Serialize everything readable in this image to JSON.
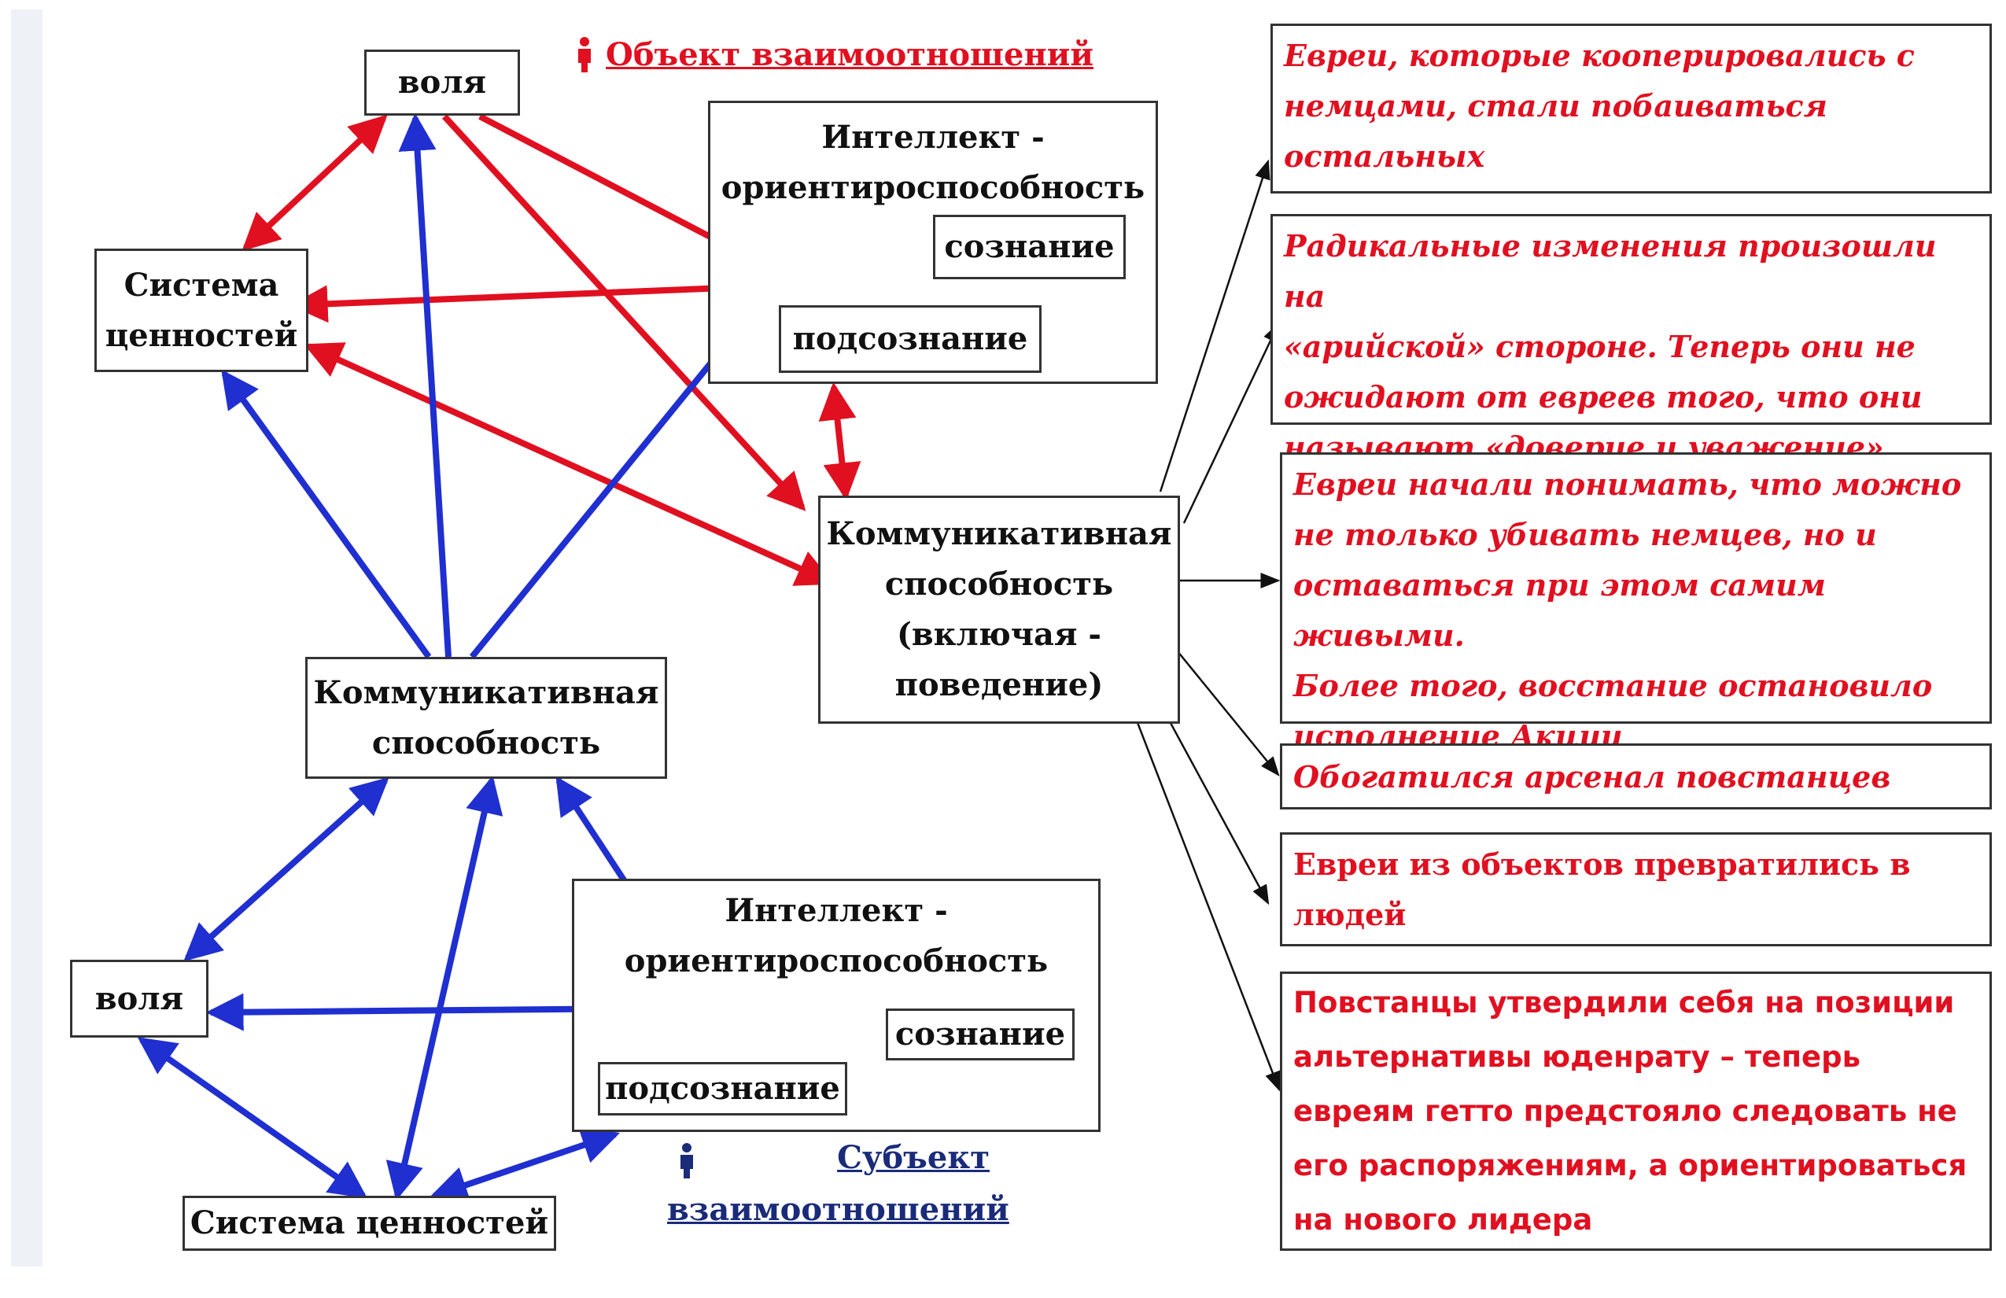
{
  "colors": {
    "object_arrow": "#e01020",
    "subject_arrow": "#1f2fd0",
    "effect_text": "#e01020",
    "subject_legend": "#1a2b7a",
    "box_border": "#333333"
  },
  "legend": {
    "object_label": "Объект взаимоотношений",
    "subject_label_line1": "Субъект",
    "subject_label_line2": "взаимоотношений",
    "icon": "person-icon"
  },
  "object_side": {
    "will": "воля",
    "values_line1": "Система",
    "values_line2": "ценностей",
    "intellect_line1": "Интеллект -",
    "intellect_line2": "ориентироспособность",
    "consciousness": "сознание",
    "subconscious": "подсознание",
    "communicative_line1": "Коммуникативная",
    "communicative_line2": "способность",
    "communicative_line3": "(включая -",
    "communicative_line4": "поведение)"
  },
  "subject_side": {
    "communicative_line1": "Коммуникативная",
    "communicative_line2": "способность",
    "will": "воля",
    "values": "Система ценностей",
    "intellect_line1": "Интеллект -",
    "intellect_line2": "ориентироспособность",
    "consciousness": "сознание",
    "subconscious": "подсознание"
  },
  "effects": [
    {
      "lines": [
        "Евреи, которые кооперировались с",
        "немцами, стали побаиваться",
        "остальных"
      ]
    },
    {
      "lines": [
        "Радикальные изменения произошли на",
        "«арийской» стороне. Теперь они не",
        "ожидают от евреев того, что они",
        "называют «доверие и уважение»"
      ]
    },
    {
      "lines": [
        "Евреи начали понимать, что можно",
        "не только убивать немцев, но и",
        "оставаться при этом самим живыми.",
        "Более того, восстание остановило",
        "исполнение Акции"
      ]
    },
    {
      "lines": [
        "Обогатился арсенал повстанцев"
      ]
    },
    {
      "lines": [
        "Евреи из объектов превратились в",
        "людей"
      ]
    },
    {
      "lines": [
        "Повстанцы утвердили себя на позиции",
        "альтернативы юденрату – теперь",
        "евреям гетто предстояло следовать не",
        "его распоряжениям, а ориентироваться",
        "на нового лидера"
      ]
    }
  ]
}
